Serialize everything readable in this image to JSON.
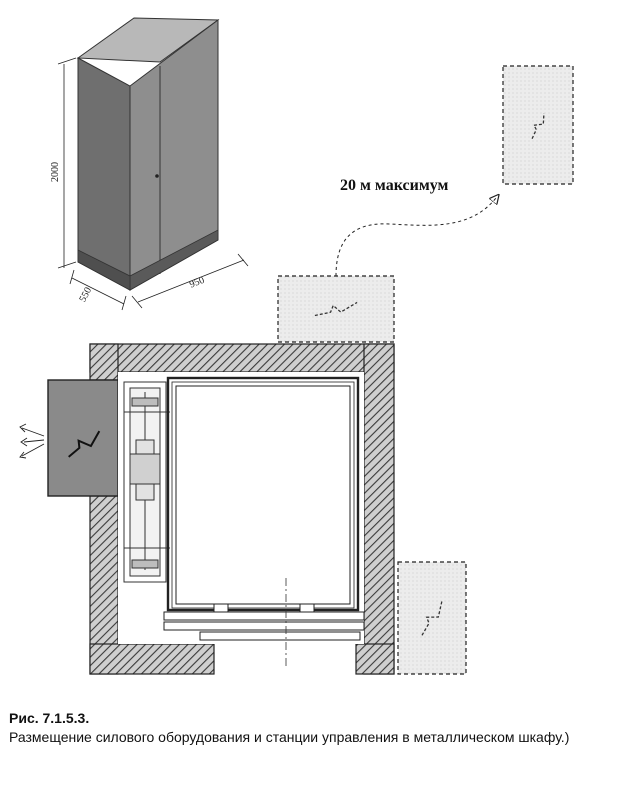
{
  "cabinet": {
    "height_label": "2000",
    "depth_label": "550",
    "width_label": "950"
  },
  "distance_label": "20 м максимум",
  "caption": {
    "number": "Рис. 7.1.5.3.",
    "text": "Размещение силового оборудования и станции управления в металлическом шкафу.)"
  },
  "colors": {
    "cabinet_front": "#8c8c8c",
    "cabinet_side": "#6e6e6e",
    "cabinet_top": "#b5b5b5",
    "wall_hatch": "#4a4a4a",
    "machine_box": "#8a8a8a",
    "control_box": "#eeeeee"
  }
}
